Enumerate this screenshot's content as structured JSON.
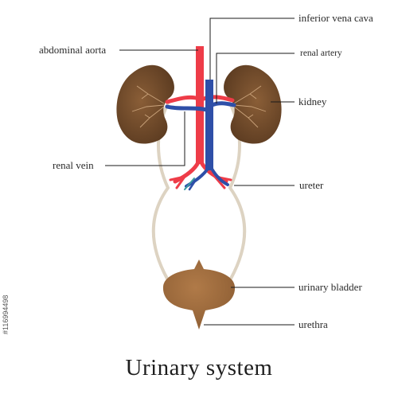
{
  "labels": {
    "abdominal_aorta": "abdominal aorta",
    "inferior_vena_cava": "inferior vena cava",
    "renal_artery": "renal artery",
    "kidney": "kidney",
    "renal_vein": "renal vein",
    "ureter": "ureter",
    "urinary_bladder": "urinary bladder",
    "urethra": "urethra"
  },
  "title": "Urinary system",
  "stock_id": "#116994498",
  "colors": {
    "kidney": "#6e4a2b",
    "bladder": "#9c6a3c",
    "ureter": "#ddd3c2",
    "artery": "#ee3c48",
    "vein": "#2e4fa8",
    "leader": "#1a1a1a"
  }
}
